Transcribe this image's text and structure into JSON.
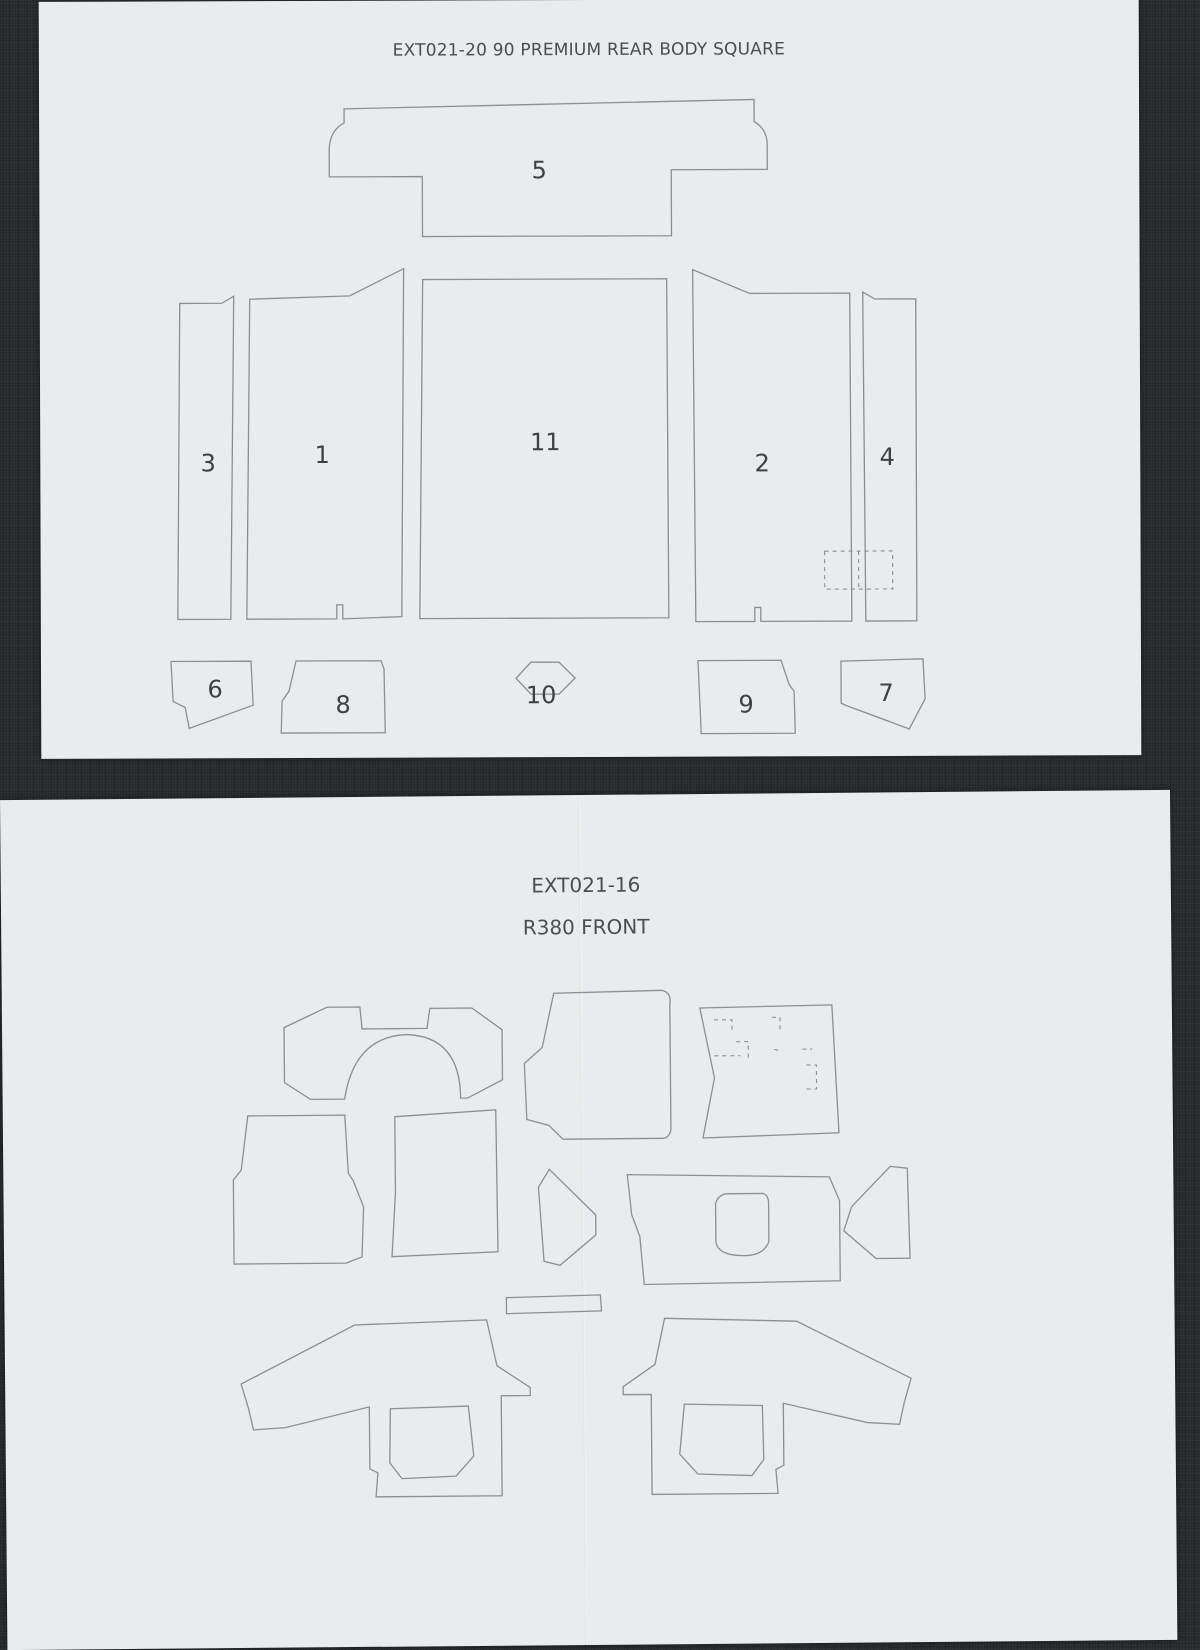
{
  "sheets": [
    {
      "title": "EXT021-20 90 PREMIUM REAR BODY SQUARE",
      "pieces": [
        "5",
        "3",
        "1",
        "11",
        "2",
        "4",
        "6",
        "8",
        "10",
        "9",
        "7"
      ]
    },
    {
      "title_line1": "EXT021-16",
      "title_line2": "R380 FRONT"
    }
  ],
  "colors": {
    "paper": "#e9ecec",
    "line": "#8a8f92",
    "table": "#2a2c30"
  }
}
